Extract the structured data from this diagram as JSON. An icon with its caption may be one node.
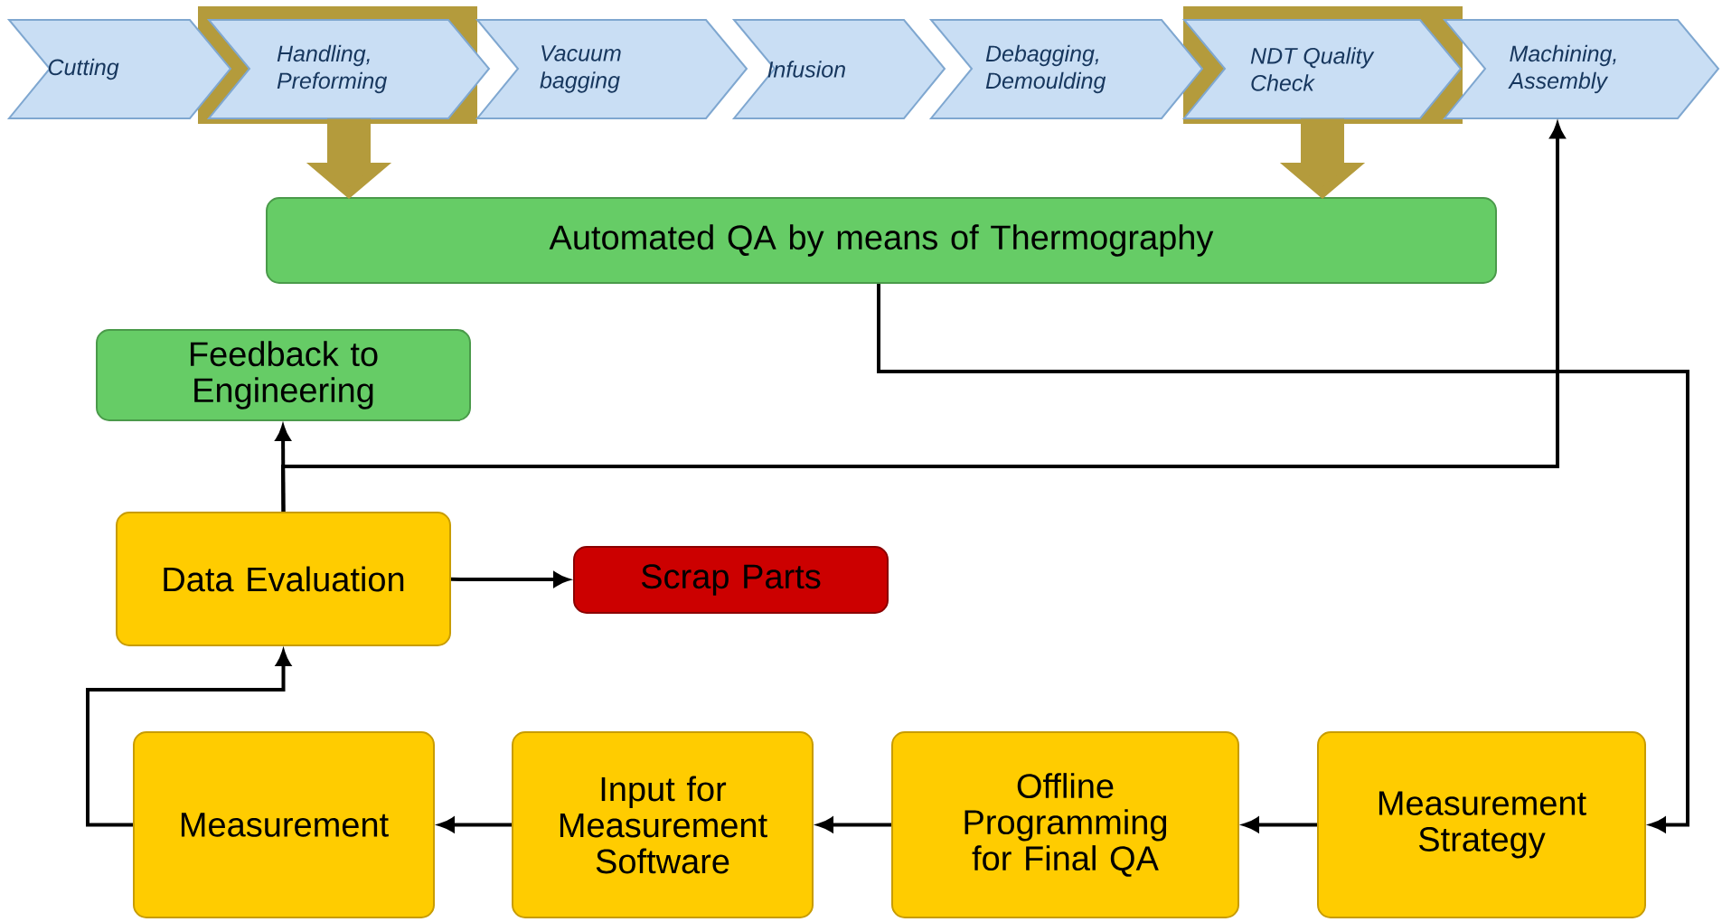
{
  "diagram": {
    "nodes": [
      {
        "text": [
          "Cutting"
        ]
      },
      {
        "text": [
          "Handling, Preforming"
        ]
      },
      {
        "text": [
          "Vacuum bagging"
        ]
      },
      {
        "text": [
          "Infusion"
        ]
      },
      {
        "text": [
          "Debagging, Demoulding"
        ]
      },
      {
        "text": [
          "NDT Quality Check"
        ]
      },
      {
        "text": [
          "Machining, Assembly"
        ]
      },
      {
        "text": [
          "Automated QA by means of Thermography"
        ]
      },
      {
        "text": [
          "Feedback to Engineering"
        ]
      },
      {
        "text": [
          "Data Evaluation"
        ]
      },
      {
        "text": [
          "Scrap Parts"
        ]
      },
      {
        "text": [
          "Measurement"
        ]
      },
      {
        "text": [
          "Input for Measurement Software"
        ]
      },
      {
        "text": [
          "Offline Programming for Final QA"
        ]
      },
      {
        "text": [
          "Measurement Strategy"
        ]
      }
    ],
    "edges": [
      {
        "from": 1,
        "to": 7,
        "arrow": "to",
        "style": "thick",
        "color": "#b49b3c"
      },
      {
        "from": 5,
        "to": 7,
        "arrow": "to",
        "style": "thick",
        "color": "#b49b3c"
      },
      {
        "from": 7,
        "to": 14,
        "arrow": "to"
      },
      {
        "from": 14,
        "to": 13,
        "arrow": "to"
      },
      {
        "from": 13,
        "to": 12,
        "arrow": "to"
      },
      {
        "from": 12,
        "to": 11,
        "arrow": "to"
      },
      {
        "from": 11,
        "to": 9,
        "arrow": "to"
      },
      {
        "from": 9,
        "to": 10,
        "arrow": "to"
      },
      {
        "from": 9,
        "to": 8,
        "arrow": "to"
      },
      {
        "from": 9,
        "to": 6,
        "arrow": "to"
      }
    ]
  }
}
